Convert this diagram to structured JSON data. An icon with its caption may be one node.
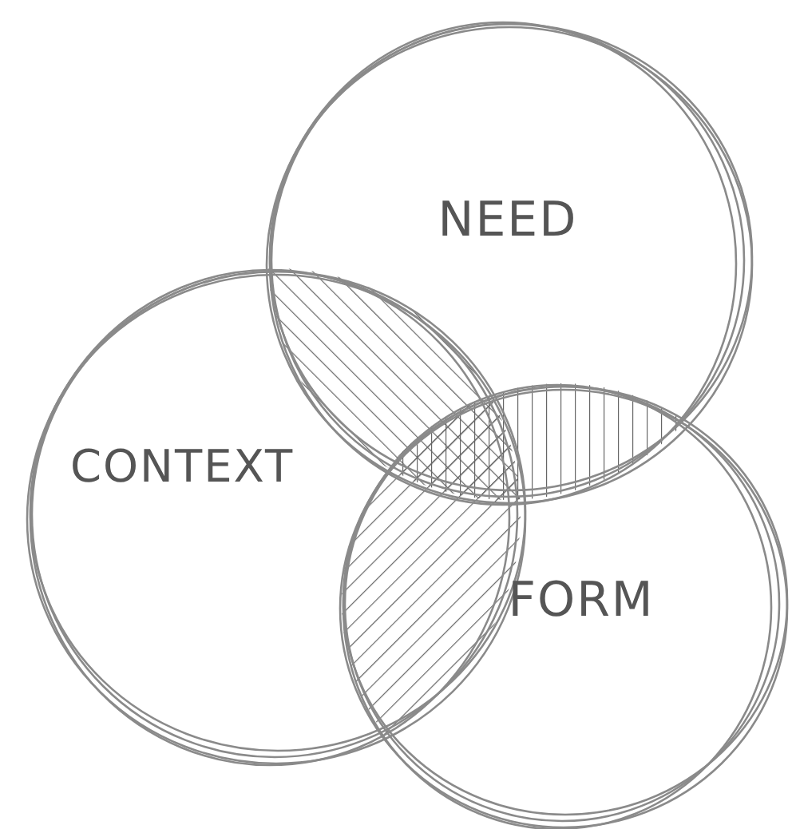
{
  "diagram": {
    "nodes": [
      {
        "text": [
          "NEED"
        ]
      },
      {
        "text": [
          "CONTEXT"
        ]
      },
      {
        "text": [
          "FORM"
        ]
      }
    ]
  }
}
